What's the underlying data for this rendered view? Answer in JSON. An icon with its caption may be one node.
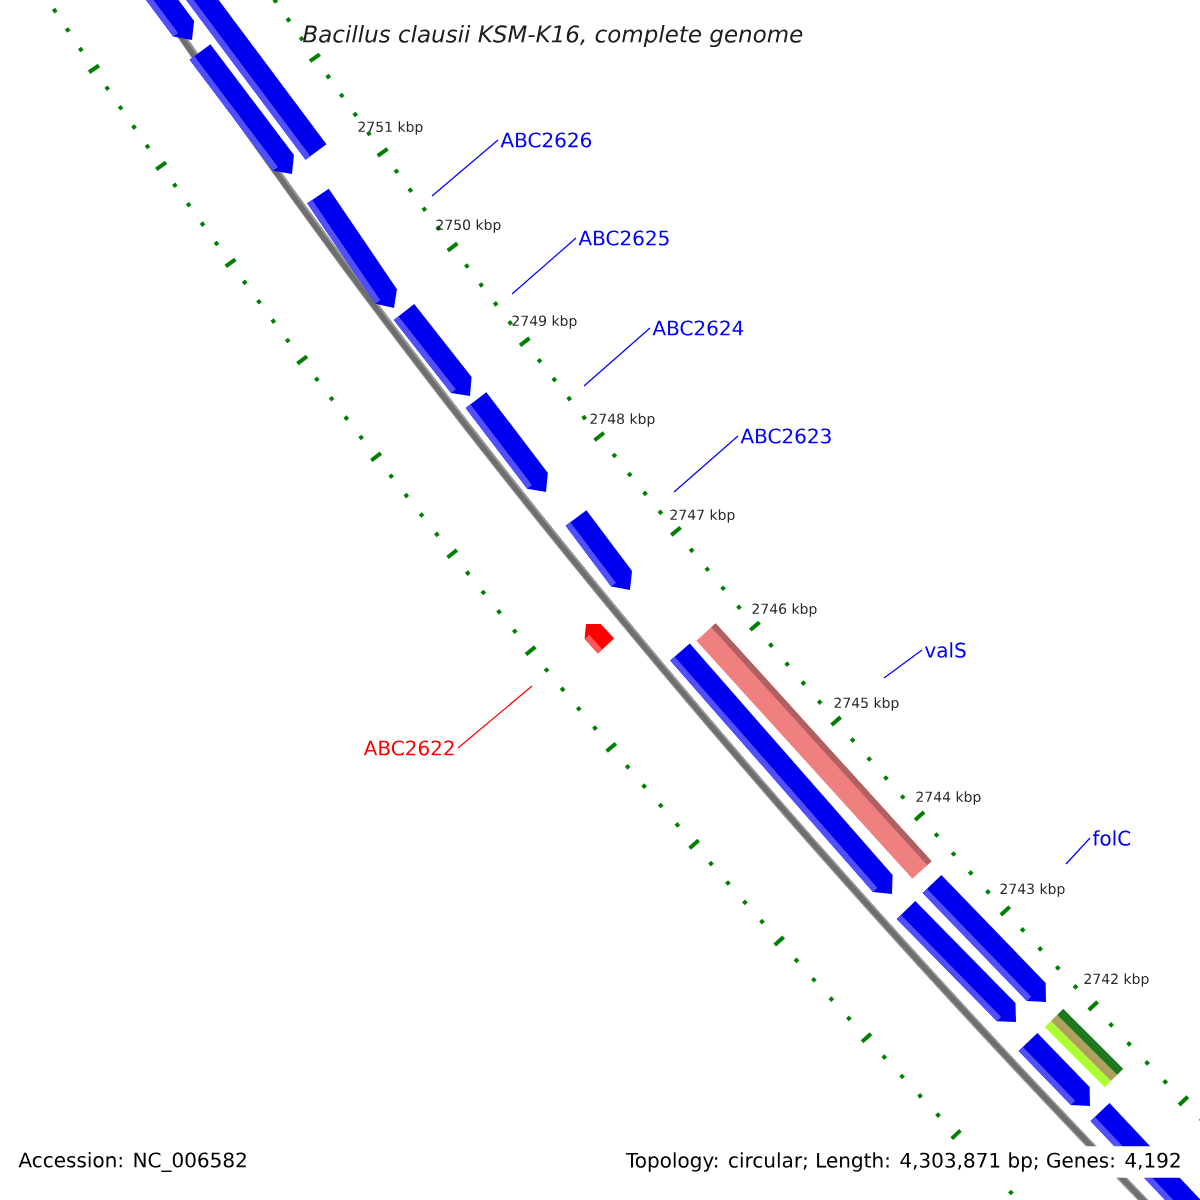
{
  "diagram": {
    "title": "Bacillus clausii KSM-K16, complete genome",
    "nodes": [
      {
        "text": [
          "ABC2626"
        ]
      },
      {
        "text": [
          "ABC2625"
        ]
      },
      {
        "text": [
          "ABC2624"
        ]
      },
      {
        "text": [
          "ABC2623"
        ]
      },
      {
        "text": [
          "valS"
        ]
      },
      {
        "text": [
          "ABC2622"
        ]
      },
      {
        "text": [
          "folC"
        ]
      }
    ],
    "edges": [
      {
        "from": 0,
        "to": null,
        "arrow": "none"
      },
      {
        "from": 1,
        "to": null,
        "arrow": "none"
      },
      {
        "from": 2,
        "to": null,
        "arrow": "none"
      },
      {
        "from": 3,
        "to": null,
        "arrow": "none"
      },
      {
        "from": 4,
        "to": null,
        "arrow": "none"
      },
      {
        "from": 5,
        "to": null,
        "arrow": "none",
        "color": "#ff0000"
      },
      {
        "from": 6,
        "to": null,
        "arrow": "none"
      }
    ],
    "labels": [
      "2751 kbp",
      "2750 kbp",
      "2749 kbp",
      "2748 kbp",
      "2747 kbp",
      "2746 kbp",
      "2745 kbp",
      "2744 kbp",
      "2743 kbp",
      "2742 kbp",
      "Accession: NC_006582",
      "Topology: circular; Length: 4,303,871 bp; Genes: 4,192"
    ]
  }
}
